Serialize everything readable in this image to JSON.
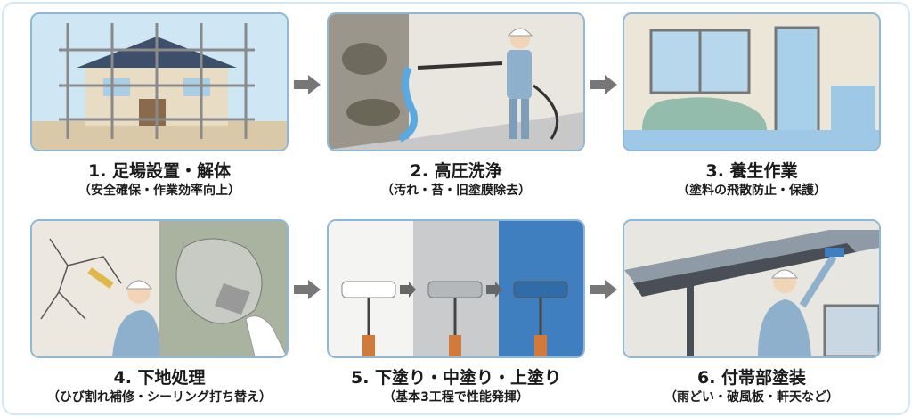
{
  "steps": [
    {
      "title": "1. 足場設置・解体",
      "subtitle": "（安全確保・作業効率向上）"
    },
    {
      "title": "2. 高圧洗浄",
      "subtitle": "（汚れ・苔・旧塗膜除去）"
    },
    {
      "title": "3. 養生作業",
      "subtitle": "（塗料の飛散防止・保護）"
    },
    {
      "title": "4. 下地処理",
      "subtitle": "（ひび割れ補修・シーリング打ち替え）"
    },
    {
      "title": "5. 下塗り・中塗り・上塗り",
      "subtitle": "（基本3工程で性能発揮）"
    },
    {
      "title": "6. 付帯部塗装",
      "subtitle": "（雨どい・破風板・軒天など）"
    }
  ],
  "colors": {
    "panel_border": "#8fb7d8",
    "arrow": "#777777",
    "worker": "#8fb0cc",
    "topcoat": "#3f7fc0"
  }
}
